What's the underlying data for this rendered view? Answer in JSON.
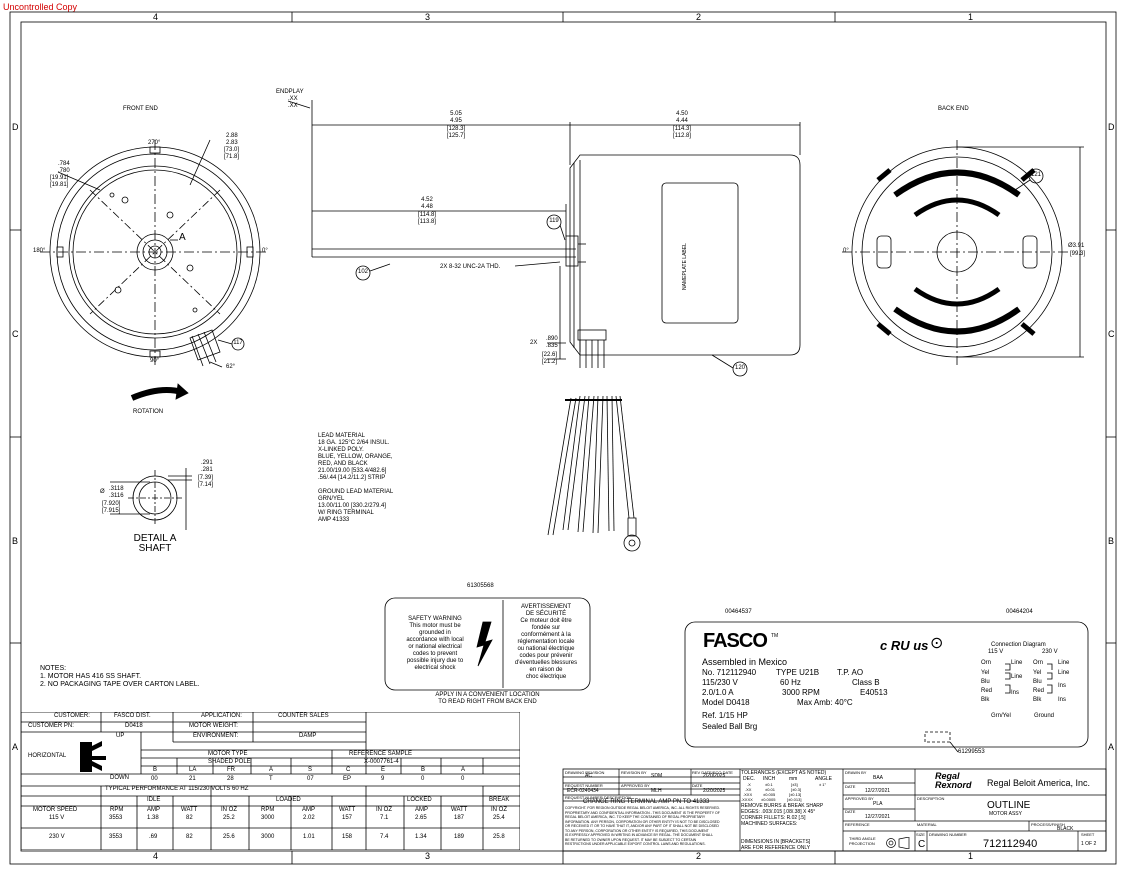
{
  "watermark": "Uncontrolled Copy",
  "zones": {
    "top": [
      "4",
      "3",
      "2",
      "1"
    ],
    "bottom": [
      "4",
      "3",
      "2",
      "1"
    ],
    "left": [
      "D",
      "C",
      "B",
      "A"
    ],
    "right": [
      "D",
      "C",
      "B",
      "A"
    ]
  },
  "views": {
    "front_end": "FRONT END",
    "back_end": "BACK END",
    "rotation": "ROTATION",
    "detail": "DETAIL A",
    "detail2": "SHAFT"
  },
  "front_dims": {
    "a270": "270°",
    "a180": "180°",
    "a0": "0°",
    "a90": "90°",
    "a62": "62°",
    "labelA": "A",
    "d1": [
      "2.88",
      "2.83",
      "[73.0]",
      "[71.8]"
    ],
    "d2": [
      ".784",
      ".780",
      "[19.91]",
      "[19.81]"
    ],
    "balloon117": "117"
  },
  "side_dims": {
    "endplay": [
      "ENDPLAY",
      ".XX",
      ".XX"
    ],
    "d505": [
      "5.05",
      "4.95",
      "[128.3]",
      "[125.7]"
    ],
    "d450": [
      "4.50",
      "4.44",
      "[114.3]",
      "[112.8]"
    ],
    "d452": [
      "4.52",
      "4.48",
      "[114.8]",
      "[113.8]"
    ],
    "thread": "2X 8-32 UNC-2A THD.",
    "d890": [
      "2X",
      ".890",
      ".835",
      "[22.6]",
      "[21.2]"
    ],
    "balloon102": "102",
    "balloon119": "119",
    "balloon120": "120",
    "nameplate": "NAMEPLATE LABEL"
  },
  "back_dims": {
    "a0": "0°",
    "balloon121": "121",
    "dia": [
      "Ø3.91",
      "[99.3]"
    ]
  },
  "shaft_dims": {
    "d1": [
      ".291",
      ".281",
      "[7.39]",
      "[7.14]"
    ],
    "d2": [
      "Ø",
      ".3118",
      ".3116",
      "[7.920]",
      "[7.915]"
    ]
  },
  "lead_material": [
    "LEAD MATERIAL",
    "18 GA. 125°C 2/64 INSUL.",
    "X-LINKED POLY.",
    "BLUE, YELLOW, ORANGE,",
    "RED, AND BLACK",
    "21.00/19.00 [533.4/482.6]",
    ".56/.44 [14.2/11.2] STRIP",
    "",
    "GROUND LEAD MATERIAL",
    "GRN/YEL",
    "13.00/11.00 [330.2/279.4]",
    "W/ RING TERMINAL",
    "AMP 41333"
  ],
  "part_numbers": {
    "p1": "61305568",
    "p2": "00464537",
    "p3": "00464204",
    "p4": "61299553"
  },
  "safety": {
    "en": [
      "SAFETY WARNING",
      "This motor must be",
      "grounded in",
      "accordance with local",
      "or national electrical",
      "codes to prevent",
      "possible injury due to",
      "electrical shock"
    ],
    "fr": [
      "AVERTISSEMENT",
      "DE SÉCURITÉ",
      "Ce moteur doit être",
      "fondée sur",
      "conformément à la",
      "réglementation locale",
      "ou national électrique",
      "codes pour prévenir",
      "d'éventuelles blessures",
      "en raison de",
      "choc électrique"
    ],
    "apply": [
      "APPLY IN A CONVENIENT LOCATION",
      "TO READ RIGHT FROM BACK END"
    ]
  },
  "nameplate_label": {
    "brand": "FASCO",
    "tm": "TM",
    "assembled": "Assembled in Mexico",
    "rows": [
      [
        "No.  712112940",
        "TYPE  U21B",
        "T.P.     AO"
      ],
      [
        "115/230 V",
        "60 Hz",
        "Class B"
      ],
      [
        "2.0/1.0 A",
        "3000 RPM",
        "E40513"
      ],
      [
        "Model D0418",
        "Max Amb: 40°C",
        ""
      ],
      [
        "Ref. 1/15 HP",
        "",
        ""
      ],
      [
        "Sealed Ball Brg",
        "",
        ""
      ]
    ],
    "ul": "c RU us",
    "conn_title": "Connection Diagram",
    "v115": "115 V",
    "v230": "230 V",
    "left_leads": [
      "Orn",
      "Yel",
      "Blu",
      "Red",
      "Blk"
    ],
    "right_leads": [
      "Orn",
      "Yel",
      "Blu",
      "Red",
      "Blk"
    ],
    "line": "Line",
    "ins": "Ins",
    "ground": [
      "Grn/Yel",
      "Ground"
    ]
  },
  "notes": {
    "title": "NOTES:",
    "items": [
      "1.    MOTOR HAS 416 SS SHAFT.",
      "2.    NO PACKAGING TAPE OVER CARTON LABEL."
    ]
  },
  "spec_table": {
    "customer_label": "CUSTOMER:",
    "customer": "FASCO DIST.",
    "customer_pn_label": "CUSTOMER PN:",
    "customer_pn": "D0418",
    "application_label": "APPLICATION:",
    "application": "COUNTER SALES",
    "weight_label": "MOTOR WEIGHT:",
    "weight": "",
    "environment_label": "ENVIRONMENT:",
    "environment": "DAMP",
    "horizontal": "HORIZONTAL",
    "up": "UP",
    "down": "DOWN",
    "motor_type_label": "MOTOR TYPE",
    "motor_type": "SHADED POLE",
    "ref_sample_label": "REFERENCE SAMPLE",
    "ref_sample": "X-0007761-4",
    "code_headers": [
      "B",
      "LA",
      "FR",
      "A",
      "S",
      "C",
      "E",
      "B",
      "A"
    ],
    "code_values": [
      "00",
      "21",
      "28",
      "T",
      "07",
      "EP",
      "9",
      "0",
      "0"
    ],
    "perf_title": "TYPICAL PERFORMANCE AT 115/230 VOLTS 60 HZ",
    "groups": [
      "IDLE",
      "LOADED",
      "LOCKED",
      "BREAK"
    ],
    "headers": [
      "MOTOR SPEED",
      "RPM",
      "AMP",
      "WATT",
      "IN OZ",
      "RPM",
      "AMP",
      "WATT",
      "IN OZ",
      "AMP",
      "WATT",
      "IN OZ"
    ],
    "rows": [
      [
        "115 V",
        "3553",
        "1.38",
        "82",
        "25.2",
        "3000",
        "2.02",
        "157",
        "7.1",
        "2.65",
        "187",
        "25.4"
      ],
      [
        "230 V",
        "3553",
        ".69",
        "82",
        "25.6",
        "3000",
        "1.01",
        "158",
        "7.4",
        "1.34",
        "189",
        "25.8"
      ]
    ]
  },
  "title_block": {
    "drawing_revision_l": "DRAWING REVISION",
    "drawing_revision": "AC",
    "revision_by_l": "REVISION BY",
    "revision_by": "SDM",
    "rev_date_l": "REV DATE/ECO DATE",
    "rev_date": "2/20/2025",
    "request_number_l": "REQUEST NUMBER",
    "request_number": "ECR-0240434",
    "approved_by_l": "APPROVED BY",
    "approved_by": "MLH",
    "date_l": "DATE",
    "date": "2/20/2025",
    "description_l": "REQUEST NUMBER DESCRIPTION",
    "description": "CHANGE RING TERMINAL AMP PN TO 41333",
    "tolerances_title": "TOLERANCES (EXCEPT AS NOTED)",
    "tol_header": [
      "DEC.",
      "INCH",
      "mm",
      "ANGLE"
    ],
    "tol_rows": [
      [
        ".X",
        "±0.1",
        "[±3]",
        "± 1°"
      ],
      [
        ".XX",
        "±0.01",
        "[±0.3]",
        ""
      ],
      [
        ".XXX",
        "±0.005",
        "[±0.13]",
        ""
      ],
      [
        ".XXXX",
        "±0.0005",
        "[±0.013]",
        ""
      ]
    ],
    "remove_burrs": "REMOVE BURRS & BREAK SHARP",
    "edges": "EDGES: .003/.015 [.08/.38] X 45°",
    "corner": "CORNER FILLETS: R.02 [.5]",
    "machined": "MACHINED SURFACES:",
    "dimensions": "DIMENSIONS IN [BRACKETS]",
    "metric": "ARE FOR REFERENCE ONLY",
    "drawn_by_l": "DRAWN BY",
    "drawn_by": "BAA",
    "drawn_date_l": "DATE",
    "drawn_date": "12/27/2021",
    "approved2_l": "APPROVED BY",
    "approved2": "PLA",
    "approved2_date_l": "DATE",
    "approved2_date": "12/27/2021",
    "reference_l": "REFERENCE",
    "third_angle": "THIRD ANGLE PROJECTION",
    "brand": "Regal Rexnord",
    "company": "Regal Beloit America, Inc.",
    "desc_l": "DESCRIPTION",
    "title": "OUTLINE",
    "subtitle": "MOTOR ASSY",
    "material_l": "MATERIAL",
    "process_l": "PROCESS/FINISH",
    "process": "BLACK",
    "size_l": "SIZE",
    "size": "C",
    "drawing_number_l": "DRAWING NUMBER",
    "drawing_number": "712112940",
    "sheet_l": "SHEET",
    "sheet": "1 OF 2",
    "copyright": [
      "COPYRIGHT. FOR REGION OUTSIDE REGAL BELOIT AMERICA, INC. ALL RIGHTS RESERVED.",
      "PROPRIETARY AND CONFIDENTIAL INFORMATION - THIS DOCUMENT IS THE PROPERTY OF",
      "REGAL BELOIT AMERICA, INC. TO KEEP THE CONTAINED OF REGAL PROPRIETARY",
      "INFORMATION. ANY PERSON, CORPORATION OR OTHER ENTITY IS NOT TO BE DISCLOSED",
      "OR RECEIVED IT OR TO HAVE THAT IT, AND/OR ANY PART OF IT SHALL NOT BE DISCLOSED",
      "TO ANY PERSON, CORPORATION OR OTHER ENTITY IS REQUIRED, THIS DOCUMENT",
      "IS EXPRESSLY APPROVED IN WRITING IN ADVANCE BY REGAL. THE DOCUMENT SHALL",
      "BE RETURNED TO OWNER UPON REQUEST. IT MAY BE SUBJECT TO CERTAIN",
      "RESTRICTIONS UNDER APPLICABLE EXPORT CONTROL LAWS AND REGULATIONS."
    ]
  }
}
